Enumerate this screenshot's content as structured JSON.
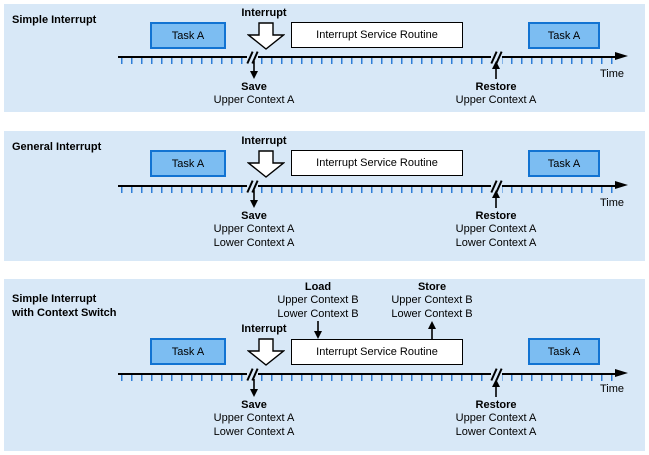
{
  "figure": {
    "type": "interrupt-timing-diagram",
    "colors": {
      "panel_background": "#d8e8f7",
      "task_box_fill": "#7cbdf2",
      "task_box_border": "#1273d2",
      "timeline_tick": "#2e7ed8",
      "isr_box_fill": "#ffffff",
      "line_and_text": "#000000"
    },
    "icons": {
      "interrupt_arrow": "hollow-block-arrow-down",
      "timeline_break": "double-slash",
      "timeline_end": "right-arrowhead",
      "save_marker": "thin-down-arrow",
      "restore_marker": "thin-up-arrow"
    }
  },
  "panels": [
    {
      "title": "Simple Interrupt",
      "interrupt_label": "Interrupt",
      "task_left": "Task A",
      "task_right": "Task A",
      "isr_label": "Interrupt Service Routine",
      "time_label": "Time",
      "save": {
        "label": "Save",
        "line1": "Upper Context A"
      },
      "restore": {
        "label": "Restore",
        "line1": "Upper Context A"
      }
    },
    {
      "title": "General Interrupt",
      "interrupt_label": "Interrupt",
      "task_left": "Task A",
      "task_right": "Task A",
      "isr_label": "Interrupt Service Routine",
      "time_label": "Time",
      "save": {
        "label": "Save",
        "line1": "Upper Context A",
        "line2": "Lower Context A"
      },
      "restore": {
        "label": "Restore",
        "line1": "Upper Context A",
        "line2": "Lower Context A"
      }
    },
    {
      "title": "Simple Interrupt",
      "title2": "with Context Switch",
      "interrupt_label": "Interrupt",
      "task_left": "Task A",
      "task_right": "Task A",
      "isr_label": "Interrupt Service Routine",
      "time_label": "Time",
      "load": {
        "label": "Load",
        "line1": "Upper Context B",
        "line2": "Lower Context B"
      },
      "store": {
        "label": "Store",
        "line1": "Upper Context B",
        "line2": "Lower Context B"
      },
      "save": {
        "label": "Save",
        "line1": "Upper Context A",
        "line2": "Lower Context A"
      },
      "restore": {
        "label": "Restore",
        "line1": "Upper Context A",
        "line2": "Lower Context A"
      }
    }
  ]
}
